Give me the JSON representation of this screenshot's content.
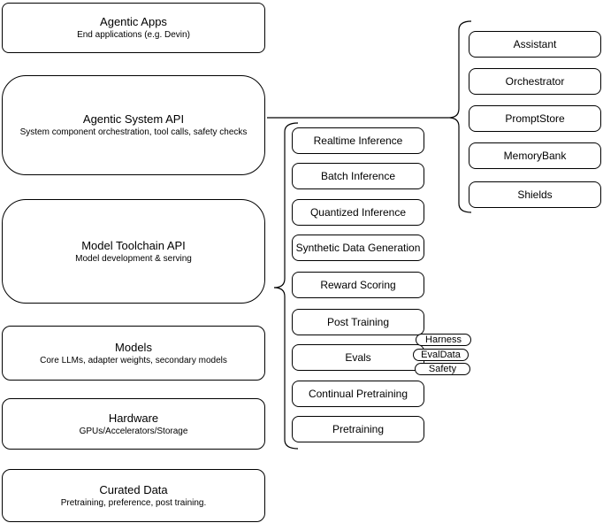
{
  "diagram": {
    "left_stack": [
      {
        "title": "Agentic Apps",
        "subtitle": "End applications (e.g. Devin)"
      },
      {
        "title": "Agentic System API",
        "subtitle": "System component orchestration, tool calls, safety checks"
      },
      {
        "title": "Model Toolchain API",
        "subtitle": "Model development & serving"
      },
      {
        "title": "Models",
        "subtitle": "Core LLMs, adapter weights, secondary models"
      },
      {
        "title": "Hardware",
        "subtitle": "GPUs/Accelerators/Storage"
      },
      {
        "title": "Curated Data",
        "subtitle": "Pretraining, preference, post training."
      }
    ],
    "toolchain_services": [
      "Realtime Inference",
      "Batch Inference",
      "Quantized Inference",
      "Synthetic Data Generation",
      "Reward Scoring",
      "Post Training",
      "Evals",
      "Continual Pretraining",
      "Pretraining"
    ],
    "eval_tags": [
      "Harness",
      "EvalData",
      "Safety"
    ],
    "system_components": [
      "Assistant",
      "Orchestrator",
      "PromptStore",
      "MemoryBank",
      "Shields"
    ],
    "colors": {
      "stroke": "#000000",
      "fill": "#ffffff",
      "background": "#ffffff"
    }
  }
}
